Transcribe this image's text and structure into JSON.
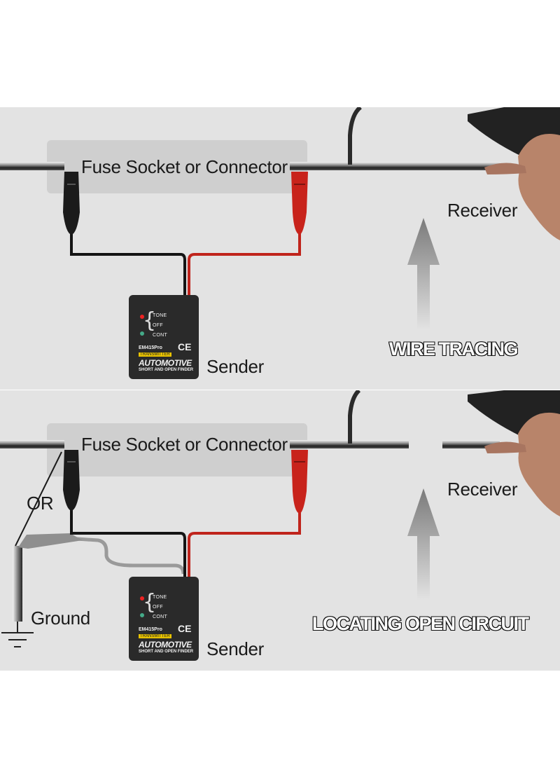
{
  "colors": {
    "panel_bg": "#e3e3e3",
    "label_box": "#cfcfcf",
    "red_wire": "#c0241c",
    "black_wire": "#141414",
    "arrow": "#8a8a8a"
  },
  "top_panel": {
    "fuse_label": "Fuse Socket or Connector",
    "receiver_label": "Receiver",
    "sender_label": "Sender",
    "caption": "WIRE TRACING"
  },
  "bottom_panel": {
    "fuse_label": "Fuse Socket or Connector",
    "receiver_label": "Receiver",
    "sender_label": "Sender",
    "or_label": "OR",
    "ground_label": "Ground",
    "caption": "LOCATING OPEN CIRCUIT"
  },
  "sender_device": {
    "tone": "TONE",
    "off": "OFF",
    "cont": "CONT",
    "model": "EM415Pro",
    "ce_mark": "CE",
    "tag": "TRANSMITTER",
    "brand": "AUTOMOTIVE",
    "subtitle": "SHORT AND OPEN FINDER"
  },
  "icons": [
    "black-alligator-clip-icon",
    "red-alligator-clip-icon",
    "up-arrow-icon",
    "receiver-probe-icon",
    "hand-icon",
    "ground-symbol-icon"
  ]
}
